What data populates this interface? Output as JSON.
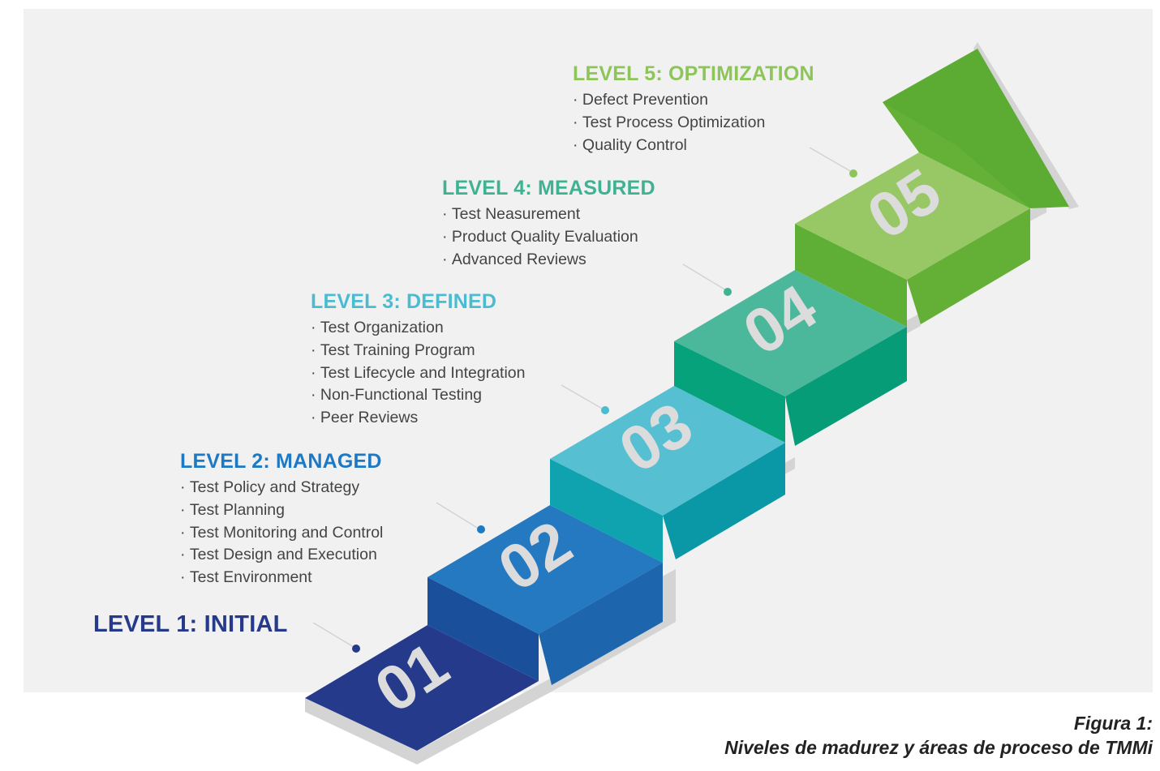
{
  "levels": [
    {
      "number": "01",
      "title": "LEVEL 1: INITIAL",
      "color": "#263a8c",
      "items": []
    },
    {
      "number": "02",
      "title": "LEVEL 2: MANAGED",
      "color": "#1d79c4",
      "items": [
        "Test Policy and Strategy",
        "Test Planning",
        "Test Monitoring and Control",
        "Test Design and Execution",
        "Test Environment"
      ]
    },
    {
      "number": "03",
      "title": "LEVEL 3: DEFINED",
      "color": "#49bcd2",
      "items": [
        "Test Organization",
        "Test Training Program",
        "Test Lifecycle and Integration",
        "Non-Functional Testing",
        "Peer Reviews"
      ]
    },
    {
      "number": "04",
      "title": "LEVEL 4: MEASURED",
      "color": "#3fb391",
      "items": [
        "Test Neasurement",
        "Product Quality Evaluation",
        "Advanced Reviews"
      ]
    },
    {
      "number": "05",
      "title": "LEVEL 5: OPTIMIZATION",
      "color": "#8dc558",
      "items": [
        "Defect Prevention",
        "Test Process Optimization",
        "Quality Control"
      ]
    }
  ],
  "caption": {
    "line1": "Figura 1:",
    "line2": "Niveles de madurez y áreas de proceso de TMMi"
  }
}
